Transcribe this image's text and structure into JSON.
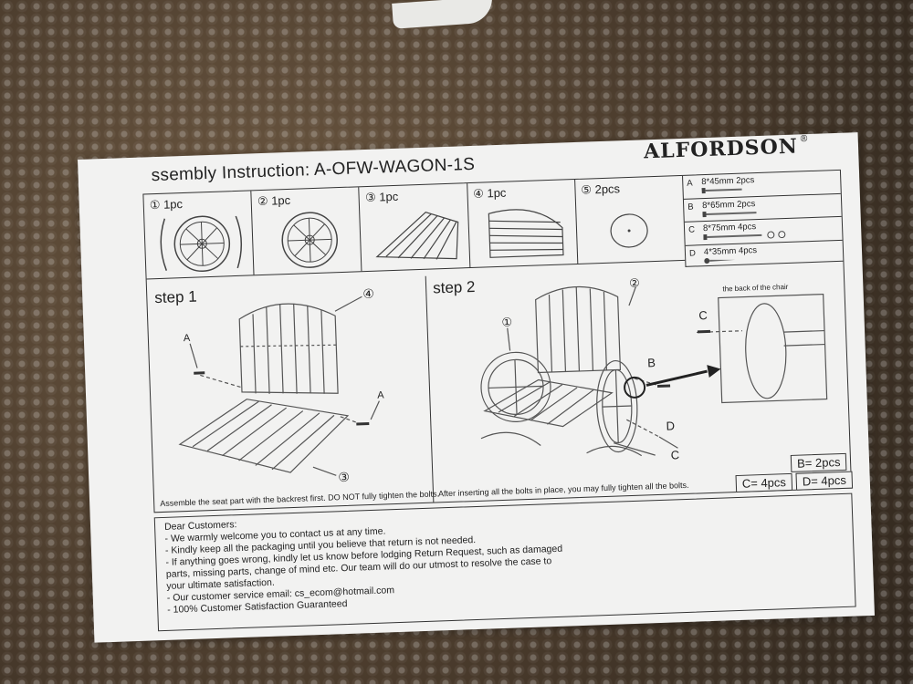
{
  "header": {
    "title": "ssembly Instruction: A-OFW-WAGON-1S",
    "brand": "ALFORDSON",
    "registered": "®"
  },
  "parts": [
    {
      "label": "① 1pc"
    },
    {
      "label": "② 1pc"
    },
    {
      "label": "③ 1pc"
    },
    {
      "label": "④ 1pc"
    },
    {
      "label": "⑤ 2pcs"
    }
  ],
  "bolts": [
    {
      "letter": "A",
      "spec": "8*45mm  2pcs"
    },
    {
      "letter": "B",
      "spec": "8*65mm  2pcs"
    },
    {
      "letter": "C",
      "spec": "8*75mm  4pcs"
    },
    {
      "letter": "D",
      "spec": "4*35mm  4pcs"
    }
  ],
  "step1": {
    "title": "step 1",
    "caption": "Assemble the seat part with the backrest first. DO NOT fully tighten the bolts.",
    "callouts": {
      "a_left": "A",
      "a_right": "A",
      "num3": "③",
      "num4": "④"
    }
  },
  "step2": {
    "title": "step 2",
    "caption": "After inserting all the bolts in place, you may fully tighten all the bolts.",
    "inset_label": "the back of the chair",
    "callouts": {
      "one": "①",
      "two": "②",
      "b": "B",
      "c_top": "C",
      "d": "D",
      "c_bottom": "C"
    }
  },
  "counts": {
    "b": "B= 2pcs",
    "c": "C= 4pcs",
    "d": "D= 4pcs"
  },
  "customer": {
    "lines": [
      "Dear Customers:",
      " - We warmly welcome you to contact us at any time.",
      " - Kindly keep all the packaging until you believe that return is not needed.",
      " - If anything goes wrong, kindly let us know before lodging Return Request, such as damaged",
      "parts, missing parts, change of mind etc. Our team will do our utmost to resolve the case to",
      "your ultimate satisfaction.",
      " - Our customer service email: cs_ecom@hotmail.com",
      " - 100% Customer Satisfaction Guaranteed"
    ]
  }
}
